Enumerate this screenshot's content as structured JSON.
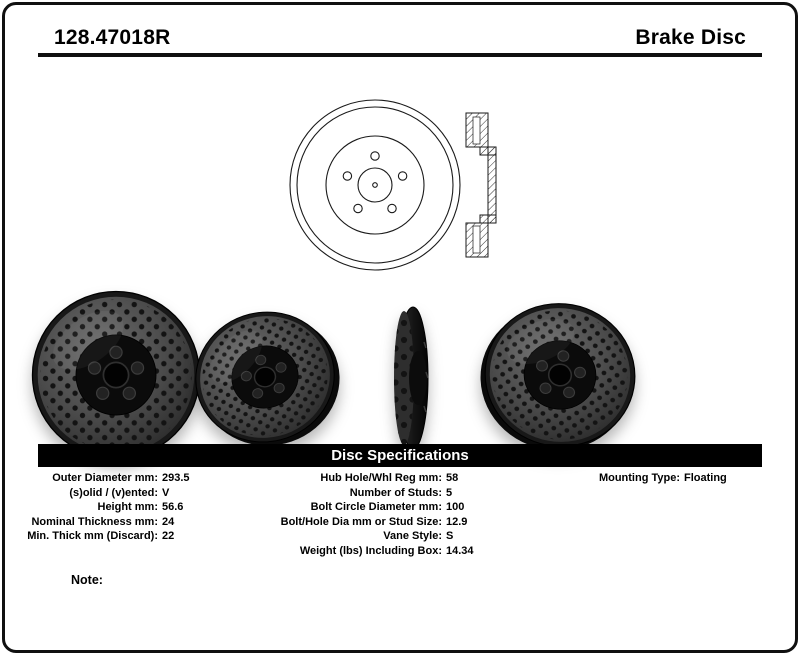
{
  "header": {
    "part_number": "128.47018R",
    "product_type": "Brake Disc"
  },
  "banner": {
    "title": "Disc Specifications"
  },
  "specs": {
    "left": [
      {
        "label": "Outer Diameter mm:",
        "value": "293.5"
      },
      {
        "label": "(s)olid / (v)ented:",
        "value": "V"
      },
      {
        "label": "Height mm:",
        "value": "56.6"
      },
      {
        "label": "Nominal Thickness mm:",
        "value": "24"
      },
      {
        "label": "Min. Thick mm (Discard):",
        "value": "22"
      }
    ],
    "middle": [
      {
        "label": "Hub Hole/Whl Reg mm:",
        "value": "58"
      },
      {
        "label": "Number of Studs:",
        "value": "5"
      },
      {
        "label": "Bolt Circle Diameter mm:",
        "value": "100"
      },
      {
        "label": "Bolt/Hole Dia mm or Stud Size:",
        "value": "12.9"
      },
      {
        "label": "Vane Style:",
        "value": "S"
      },
      {
        "label": "Weight (lbs) Including Box:",
        "value": "14.34"
      }
    ],
    "right": [
      {
        "label": "Mounting Type:",
        "value": "Floating"
      }
    ]
  },
  "note_label": "Note:",
  "figures": {
    "front_drawing": "brake-disc-front-line-drawing",
    "section_drawing": "brake-disc-cross-section-line-drawing",
    "photo_1": "drilled-rotor-photo-front",
    "photo_2": "drilled-rotor-photo-angled-left",
    "photo_3": "drilled-rotor-photo-edge",
    "photo_4": "drilled-rotor-photo-angled-right"
  },
  "colors": {
    "ink": "#000000",
    "banner_bg": "#000000",
    "banner_text": "#ffffff",
    "rotor_face": "#4a4a4a",
    "rotor_hat": "#0b0b0b"
  }
}
